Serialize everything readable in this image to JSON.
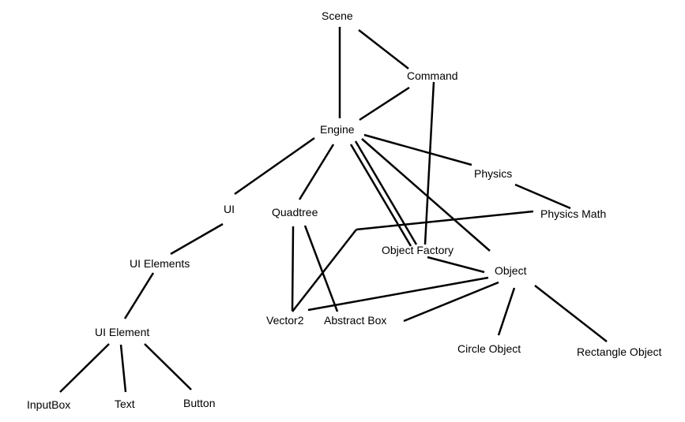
{
  "diagram": {
    "nodes": {
      "scene": "Scene",
      "command": "Command",
      "engine": "Engine",
      "physics": "Physics",
      "physics_math": "Physics Math",
      "ui": "UI",
      "quadtree": "Quadtree",
      "object_factory": "Object Factory",
      "object": "Object",
      "ui_elements": "UI Elements",
      "vector2": "Vector2",
      "abstract_box": "Abstract Box",
      "ui_element": "UI Element",
      "circle_object": "Circle Object",
      "rectangle_object": "Rectangle Object",
      "input_box": "InputBox",
      "text": "Text",
      "button": "Button"
    },
    "edges": [
      [
        "scene",
        "engine"
      ],
      [
        "scene",
        "command"
      ],
      [
        "command",
        "engine"
      ],
      [
        "command",
        "object_factory"
      ],
      [
        "engine",
        "physics"
      ],
      [
        "engine",
        "ui"
      ],
      [
        "engine",
        "quadtree"
      ],
      [
        "engine",
        "object_factory"
      ],
      [
        "engine",
        "object"
      ],
      [
        "physics",
        "physics_math"
      ],
      [
        "physics_math",
        "vector2"
      ],
      [
        "quadtree",
        "vector2"
      ],
      [
        "quadtree",
        "abstract_box"
      ],
      [
        "object_factory",
        "object"
      ],
      [
        "object",
        "vector2"
      ],
      [
        "object",
        "abstract_box"
      ],
      [
        "object",
        "circle_object"
      ],
      [
        "object",
        "rectangle_object"
      ],
      [
        "ui",
        "ui_elements"
      ],
      [
        "ui_elements",
        "ui_element"
      ],
      [
        "ui_element",
        "input_box"
      ],
      [
        "ui_element",
        "text"
      ],
      [
        "ui_element",
        "button"
      ]
    ]
  }
}
